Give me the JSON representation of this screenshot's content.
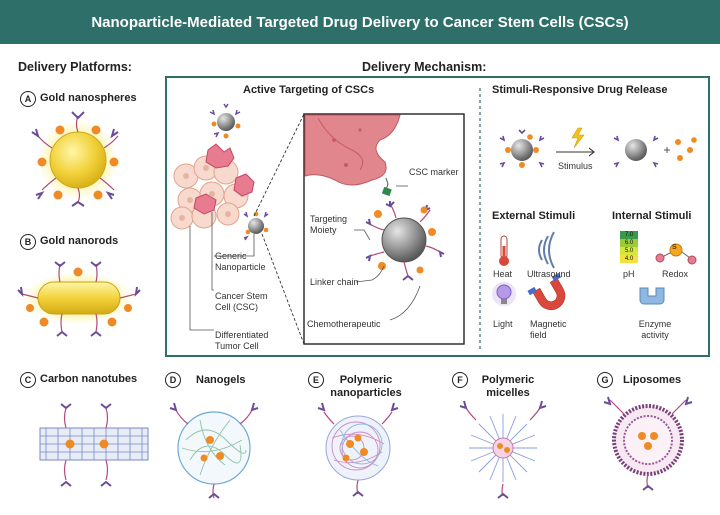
{
  "title": "Nanoparticle-Mediated Targeted Drug Delivery to Cancer Stem Cells (CSCs)",
  "platforms_heading": "Delivery Platforms:",
  "mechanism_heading": "Delivery Mechanism:",
  "platforms": [
    {
      "letter": "A",
      "label": "Gold nanospheres"
    },
    {
      "letter": "B",
      "label": "Gold nanorods"
    },
    {
      "letter": "C",
      "label": "Carbon nanotubes"
    },
    {
      "letter": "D",
      "label": "Nanogels"
    },
    {
      "letter": "E",
      "label": "Polymeric nanoparticles"
    },
    {
      "letter": "F",
      "label": "Polymeric micelles"
    },
    {
      "letter": "G",
      "label": "Liposomes"
    }
  ],
  "active": {
    "heading": "Active Targeting of CSCs",
    "labels": {
      "generic_np": "Generic Nanoparticle",
      "csc": "Cancer Stem Cell (CSC)",
      "diff": "Differentiated Tumor Cell",
      "marker": "CSC marker",
      "moiety": "Targeting Moiety",
      "linker": "Linker chain",
      "chemo": "Chemotherapeutic"
    }
  },
  "stimuli": {
    "heading": "Stimuli-Responsive Drug Release",
    "stimulus": "Stimulus",
    "external_heading": "External Stimuli",
    "internal_heading": "Internal Stimuli",
    "external": [
      "Heat",
      "Ultrasound",
      "Light",
      "Magnetic field"
    ],
    "internal": [
      "pH",
      "Redox",
      "Enzyme activity"
    ],
    "ph_scale": [
      "7.0",
      "6.0",
      "5.0",
      "4.0"
    ],
    "redox_symbol": "S"
  },
  "colors": {
    "banner": "#2f6f6a",
    "drug": "#f08a24",
    "ligand": "#6b4c9a",
    "gold": "#f2d23c",
    "np": "#8a8a8a"
  }
}
